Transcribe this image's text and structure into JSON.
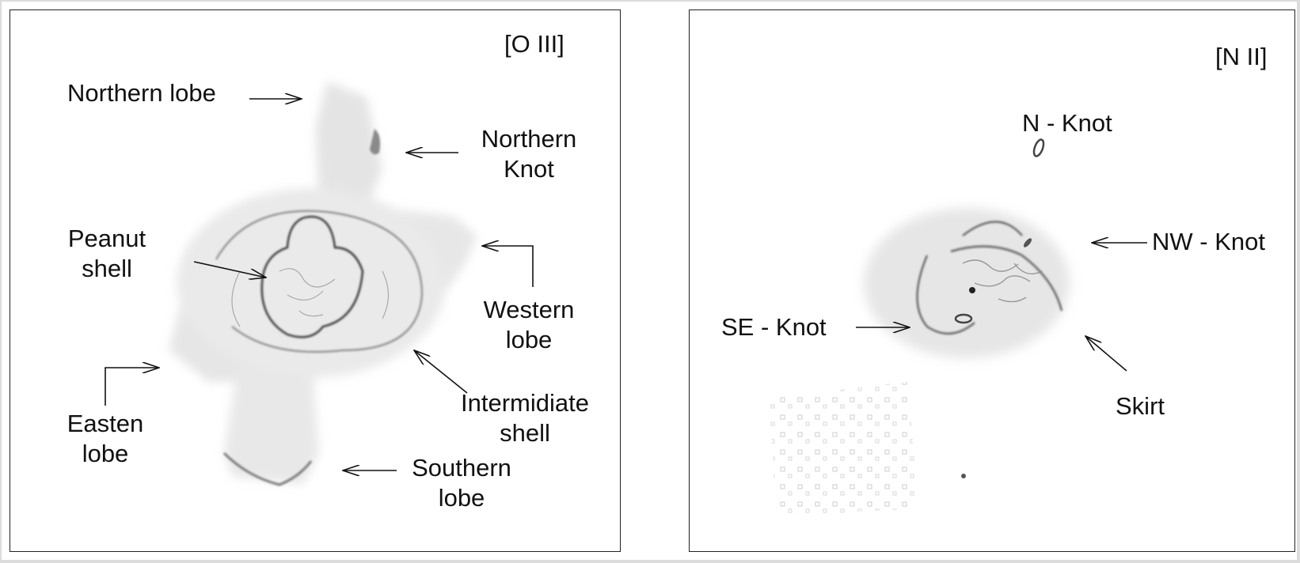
{
  "panels": [
    {
      "filter": "[O III]",
      "labels": {
        "northern_lobe": "Northern lobe",
        "northern_knot_1": "Northern",
        "northern_knot_2": "Knot",
        "peanut_shell_1": "Peanut",
        "peanut_shell_2": "shell",
        "western_lobe_1": "Western",
        "western_lobe_2": "lobe",
        "eastern_lobe_1": "Easten",
        "eastern_lobe_2": "lobe",
        "intermediate_shell_1": "Intermidiate",
        "intermediate_shell_2": "shell",
        "southern_lobe_1": "Southern",
        "southern_lobe_2": "lobe"
      }
    },
    {
      "filter": "[N II]",
      "labels": {
        "n_knot": "N - Knot",
        "nw_knot": "NW - Knot",
        "se_knot": "SE - Knot",
        "skirt": "Skirt"
      }
    }
  ],
  "colors": {
    "ink": "#111111",
    "nebula": "#7a7a7a",
    "background": "#ffffff"
  }
}
